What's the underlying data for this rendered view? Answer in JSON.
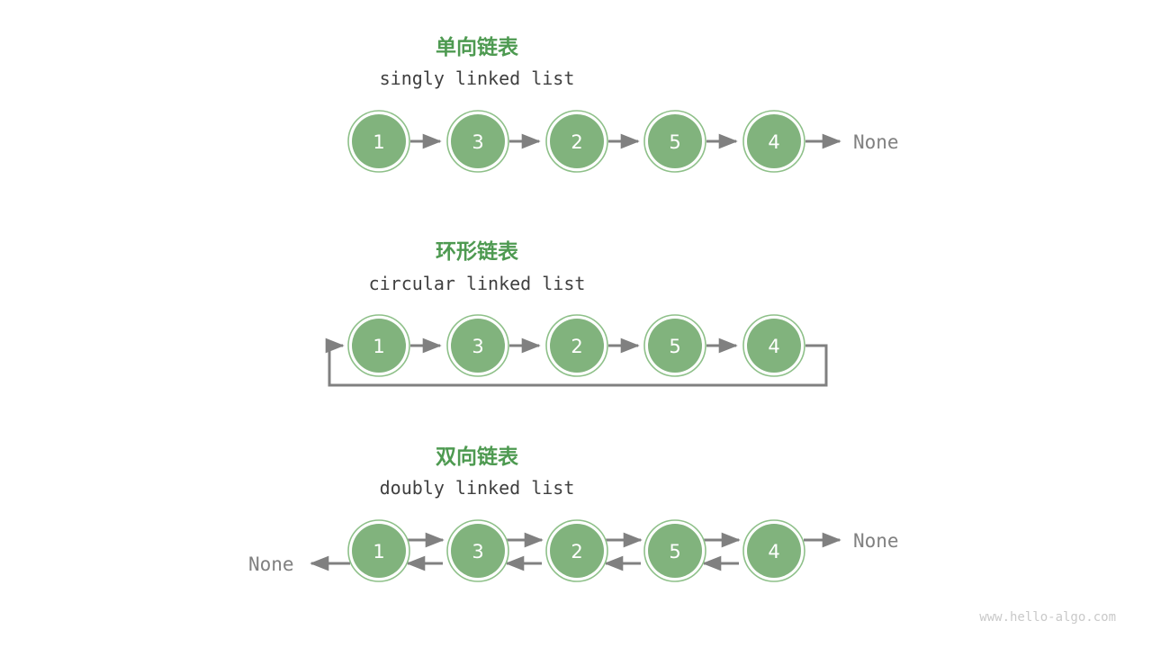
{
  "page": {
    "background": "#ffffff",
    "watermark": "www.hello-algo.com"
  },
  "palette": {
    "node_fill": "#81b37d",
    "node_ring": "#8ec089",
    "node_text": "#ffffff",
    "title_green": "#4e9a51",
    "subtitle_gray": "#3f3f3f",
    "arrow_gray": "#808080",
    "none_gray": "#808080",
    "watermark_gray": "#c9c9c9"
  },
  "sections": [
    {
      "id": "singly",
      "title_cjk": "单向链表",
      "title_en": "singly linked list",
      "nodes": [
        "1",
        "3",
        "2",
        "5",
        "4"
      ],
      "tail_label": "None",
      "head_label": null,
      "circular": false,
      "doubly": false
    },
    {
      "id": "circular",
      "title_cjk": "环形链表",
      "title_en": "circular linked list",
      "nodes": [
        "1",
        "3",
        "2",
        "5",
        "4"
      ],
      "tail_label": null,
      "head_label": null,
      "circular": true,
      "doubly": false
    },
    {
      "id": "doubly",
      "title_cjk": "双向链表",
      "title_en": "doubly linked list",
      "nodes": [
        "1",
        "3",
        "2",
        "5",
        "4"
      ],
      "tail_label": "None",
      "head_label": "None",
      "circular": false,
      "doubly": true
    }
  ]
}
